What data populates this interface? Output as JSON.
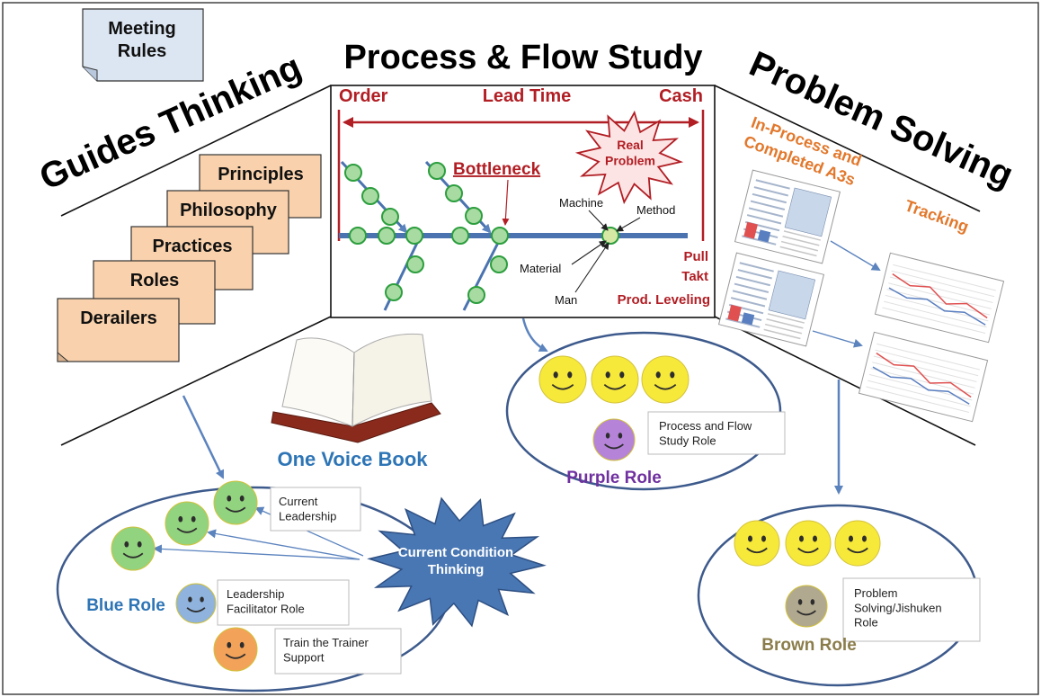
{
  "meeting_rules": "Meeting\nRules",
  "titles": {
    "guides_thinking": "Guides Thinking",
    "process_flow": "Process & Flow Study",
    "problem_solving": "Problem Solving"
  },
  "stack_cards": [
    "Principles",
    "Philosophy",
    "Practices",
    "Roles",
    "Derailers"
  ],
  "process": {
    "order": "Order",
    "lead_time": "Lead Time",
    "cash": "Cash",
    "bottleneck": "Bottleneck",
    "real_problem": "Real\nProblem",
    "machine": "Machine",
    "method": "Method",
    "material": "Material",
    "man": "Man",
    "pull": "Pull",
    "takt": "Takt",
    "leveling": "Prod. Leveling"
  },
  "problem_solving_panel": {
    "a3_label": "In-Process and\nCompleted A3s",
    "tracking": "Tracking"
  },
  "book_label": "One Voice Book",
  "purple": {
    "role": "Purple Role",
    "desc": "Process and Flow\nStudy Role"
  },
  "blue": {
    "role": "Blue Role",
    "current_leadership": "Current\nLeadership",
    "facilitator": "Leadership\nFacilitator Role",
    "trainer": "Train the Trainer\nSupport",
    "burst": "Current Condition\nThinking"
  },
  "brown": {
    "role": "Brown Role",
    "desc": "Problem\nSolving/Jishuken\nRole"
  },
  "colors": {
    "dark_red": "#b11e24",
    "blue_text": "#2e75b6",
    "purple_text": "#7030a0",
    "brown_text": "#8b7d4b",
    "orange_text": "#e2782c",
    "ellipse_stroke": "#3d5a8c",
    "arrow_blue": "#5b83be",
    "card_fill": "#f9d2ad",
    "meeting_fill": "#dce6f2",
    "burst_fill": "#4877b4",
    "smiley_yellow": "#f7e93a",
    "smiley_green": "#92d37f",
    "smiley_blue": "#8fb3dd",
    "smiley_orange": "#f3a25a",
    "smiley_purple": "#b584d9",
    "smiley_brown": "#b1a98f"
  }
}
